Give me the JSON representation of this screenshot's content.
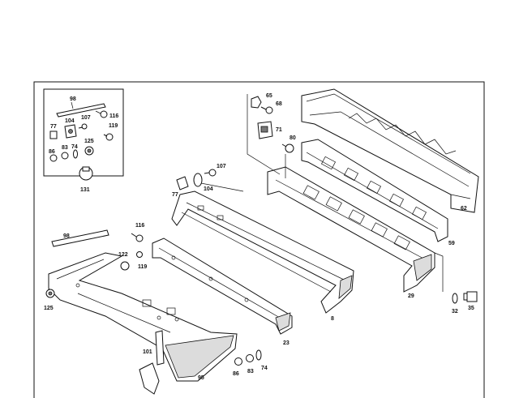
{
  "inset_labels": {
    "i98": "98",
    "i116": "116",
    "i104": "104",
    "i107": "107",
    "i77": "77",
    "i119": "119",
    "i83": "83",
    "i74": "74",
    "i125": "125",
    "i86": "86",
    "i131": "131"
  },
  "labels": {
    "l65": "65",
    "l68": "68",
    "l71": "71",
    "l80": "80",
    "l62": "62",
    "l107": "107",
    "l104": "104",
    "l77": "77",
    "l59": "59",
    "l116": "116",
    "l98": "98",
    "l122": "122",
    "l119": "119",
    "l125": "125",
    "l29": "29",
    "l32": "32",
    "l35": "35",
    "l8": "8",
    "l23": "23",
    "l101": "101",
    "l95": "95",
    "l86": "86",
    "l83": "83",
    "l74": "74"
  }
}
